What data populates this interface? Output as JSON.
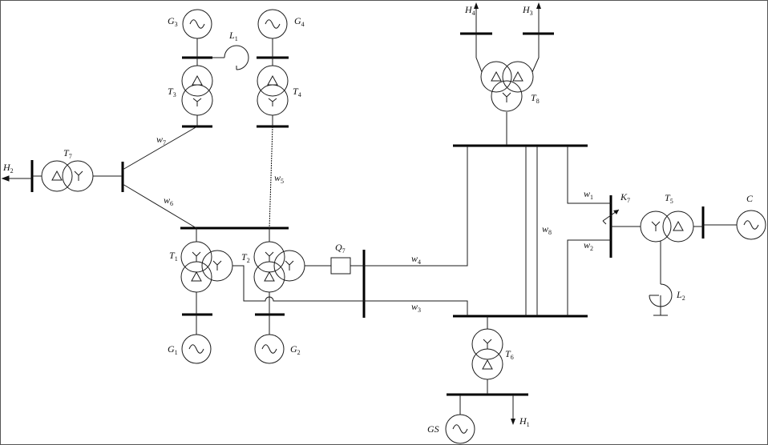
{
  "diagram": {
    "generators": {
      "G1": {
        "main": "G",
        "sub": "1"
      },
      "G2": {
        "main": "G",
        "sub": "2"
      },
      "G3": {
        "main": "G",
        "sub": "3"
      },
      "G4": {
        "main": "G",
        "sub": "4"
      },
      "GS": {
        "main": "GS",
        "sub": ""
      },
      "C": {
        "main": "C",
        "sub": ""
      }
    },
    "transformers": {
      "T1": {
        "main": "T",
        "sub": "1"
      },
      "T2": {
        "main": "T",
        "sub": "2"
      },
      "T3": {
        "main": "T",
        "sub": "3"
      },
      "T4": {
        "main": "T",
        "sub": "4"
      },
      "T5": {
        "main": "T",
        "sub": "5"
      },
      "T6": {
        "main": "T",
        "sub": "6"
      },
      "T7": {
        "main": "T",
        "sub": "7"
      },
      "T8": {
        "main": "T",
        "sub": "8"
      }
    },
    "loads": {
      "H1": {
        "main": "H",
        "sub": "1"
      },
      "H2": {
        "main": "H",
        "sub": "2"
      },
      "H3": {
        "main": "H",
        "sub": "3"
      },
      "H4": {
        "main": "H",
        "sub": "4"
      }
    },
    "reactors": {
      "L1": {
        "main": "L",
        "sub": "1"
      },
      "L2": {
        "main": "L",
        "sub": "2"
      }
    },
    "lines": {
      "w1": {
        "main": "w",
        "sub": "1"
      },
      "w2": {
        "main": "w",
        "sub": "2"
      },
      "w3": {
        "main": "w",
        "sub": "3"
      },
      "w4": {
        "main": "w",
        "sub": "4"
      },
      "w5": {
        "main": "w",
        "sub": "5"
      },
      "w6": {
        "main": "w",
        "sub": "6"
      },
      "w7": {
        "main": "w",
        "sub": "7"
      },
      "w8": {
        "main": "w",
        "sub": "8"
      }
    },
    "devices": {
      "Q7": {
        "main": "Q",
        "sub": "7"
      },
      "K7": {
        "main": "K",
        "sub": "7"
      }
    }
  }
}
